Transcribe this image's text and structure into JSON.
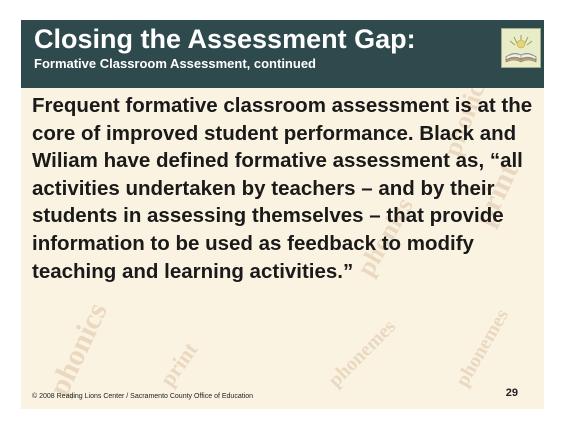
{
  "slide": {
    "title": "Closing the Assessment Gap:",
    "subtitle": "Formative Classroom Assessment, continued",
    "logo_icon": "open-book-illustration-icon",
    "body_text": "Frequent formative classroom assessment is at the core of improved student performance. Black and Wiliam have defined formative assessment as, “all activities undertaken by teachers – and by their students in assessing themselves – that provide information to be used as feedback to modify teaching and learning activities.”",
    "footer": "© 2008 Reading Lions Center / Sacramento County Office of Education",
    "page_number": "29",
    "watermark_words": [
      "phonics",
      "print",
      "phonemes",
      "phonemes",
      "phonics",
      "print",
      "phonics"
    ]
  },
  "colors": {
    "header_bg": "#2f4a4c",
    "body_bg": "#fbf3e2",
    "title_text": "#ffffff",
    "body_text": "#1a1a1a",
    "watermark": "#e8dcc2"
  }
}
